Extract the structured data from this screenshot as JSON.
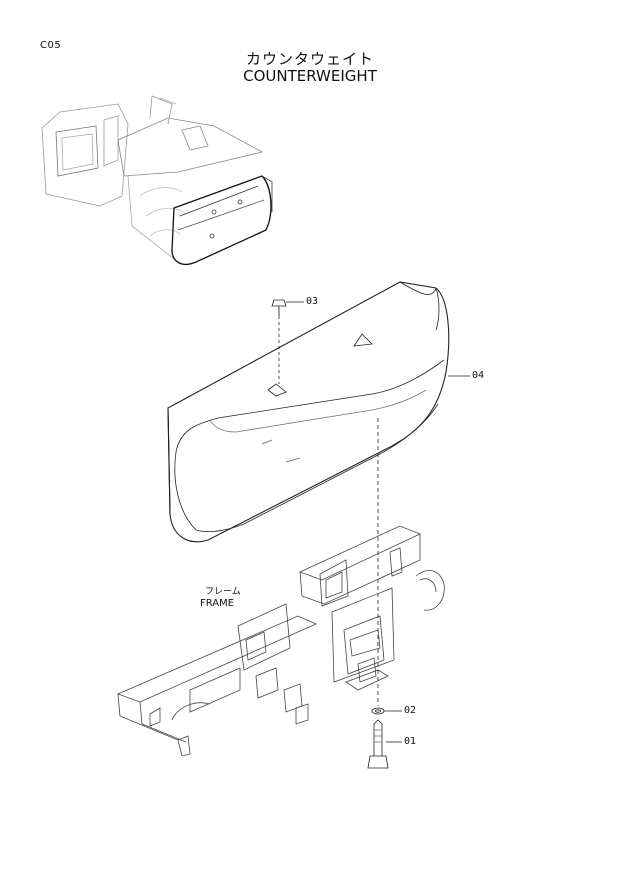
{
  "header": {
    "page_code": "C05",
    "title_jp": "カウンタウェイト",
    "title_en": "COUNTERWEIGHT"
  },
  "callouts": {
    "p01": "01",
    "p02": "02",
    "p03": "03",
    "p04": "04"
  },
  "frame_label": {
    "jp": "フレーム",
    "en": "FRAME"
  }
}
